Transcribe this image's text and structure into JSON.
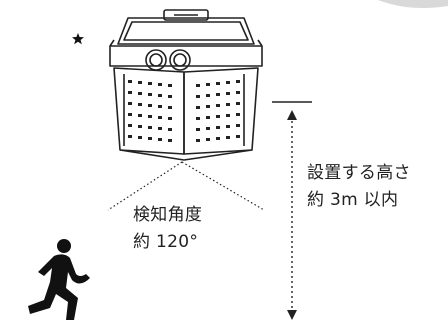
{
  "illustration": {
    "subject": "motion-sensor-solar-light",
    "icons": [
      "night-moon-star-icon",
      "solar-light-fixture-icon",
      "running-person-icon"
    ],
    "line_color": "#222222",
    "background": "#ffffff"
  },
  "angle_caption": {
    "line1": "検知角度",
    "line2": "約 120°"
  },
  "height_caption": {
    "line1": "設置する高さ",
    "line2": "約 3m 以内"
  }
}
